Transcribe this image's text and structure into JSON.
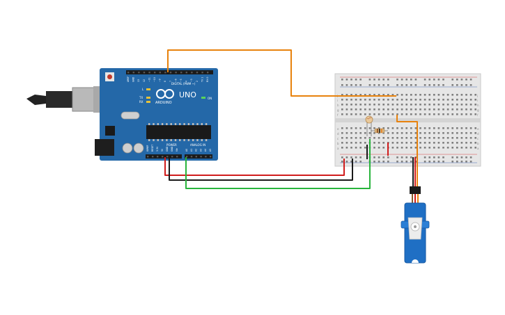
{
  "arduino": {
    "brand": "ARDUINO",
    "model": "UNO",
    "digital_label": "DIGITAL (PWM ~)",
    "power_label": "POWER",
    "analog_label": "ANALOG IN",
    "led_labels": [
      "L",
      "TX",
      "RX"
    ],
    "on_label": "ON",
    "digital_pins": [
      "AREF",
      "GND",
      "13",
      "12",
      "~11",
      "~10",
      "~9",
      "8",
      "7",
      "~6",
      "~5",
      "4",
      "~3",
      "2",
      "TX 1",
      "RX 0"
    ],
    "power_pins": [
      "IOREF",
      "RESET",
      "3.3V",
      "5V",
      "GND",
      "GND",
      "Vin"
    ],
    "analog_pins": [
      "A0",
      "A1",
      "A2",
      "A3",
      "A4",
      "A5"
    ]
  },
  "breadboard": {
    "row_letters_top": [
      "j",
      "i",
      "h",
      "g",
      "f"
    ],
    "row_letters_bottom": [
      "e",
      "d",
      "c",
      "b",
      "a"
    ]
  },
  "colors": {
    "board": "#2468a8",
    "wire_orange": "#e8820c",
    "wire_red": "#d01c1c",
    "wire_black": "#1a1a1a",
    "wire_green": "#28b43c",
    "servo": "#1f6fc4"
  }
}
